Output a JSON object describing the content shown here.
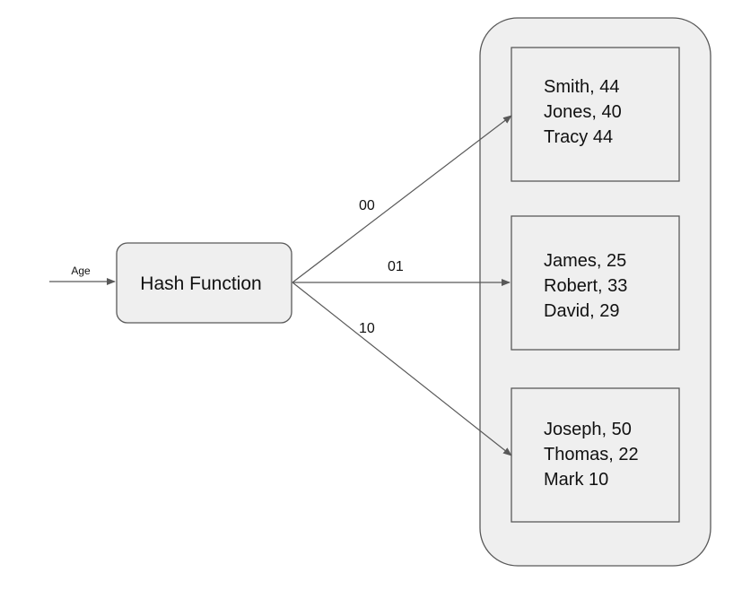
{
  "input_label": "Age",
  "hash_function": {
    "label": "Hash Function"
  },
  "buckets": [
    {
      "key": "00",
      "records": [
        "Smith, 44",
        "Jones, 40",
        "Tracy 44"
      ]
    },
    {
      "key": "01",
      "records": [
        "James, 25",
        "Robert, 33",
        "David, 29"
      ]
    },
    {
      "key": "10",
      "records": [
        "Joseph, 50",
        "Thomas, 22",
        "Mark 10"
      ]
    }
  ],
  "colors": {
    "node_fill": "#efefef",
    "stroke": "#595959",
    "text": "#111111"
  }
}
